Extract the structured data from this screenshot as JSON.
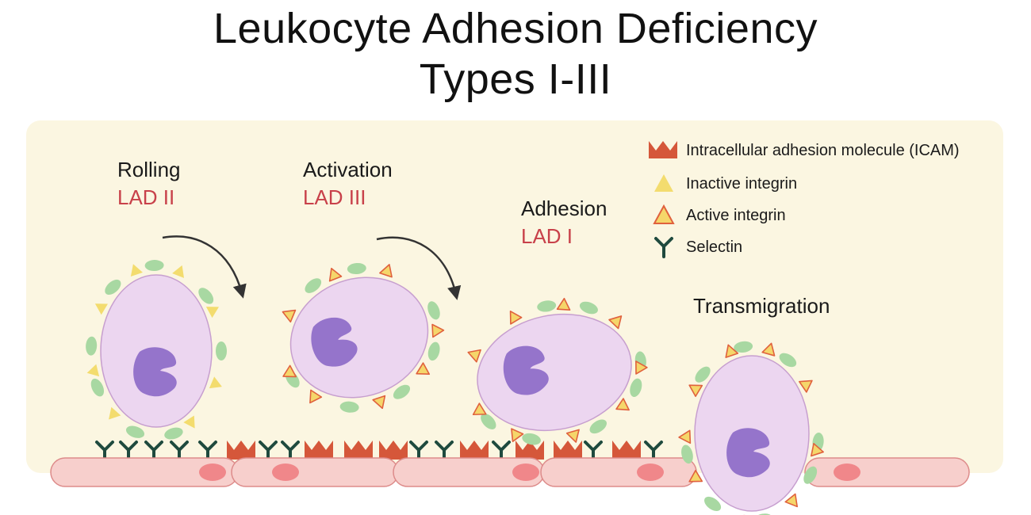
{
  "title": {
    "line1": "Leukocyte Adhesion Deficiency",
    "line2": "Types I-III"
  },
  "stages": [
    {
      "name": "Rolling",
      "deficiency": "LAD II"
    },
    {
      "name": "Activation",
      "deficiency": "LAD III"
    },
    {
      "name": "Adhesion",
      "deficiency": "LAD I"
    },
    {
      "name": "Transmigration"
    }
  ],
  "legend": [
    {
      "icon": "icam-icon",
      "label": "Intracellular adhesion molecule (ICAM)"
    },
    {
      "icon": "inactive-integrin-icon",
      "label": "Inactive integrin"
    },
    {
      "icon": "active-integrin-icon",
      "label": "Active integrin"
    },
    {
      "icon": "selectin-icon",
      "label": "Selectin"
    }
  ],
  "colors": {
    "panel": "#fbf6e1",
    "cell_fill": "#ecd6f0",
    "cell_stroke": "#c79fcf",
    "nucleus": "#9574cb",
    "inactive_integrin": "#f3dc6e",
    "active_integrin_fill": "#f5d66a",
    "active_integrin_stroke": "#e0613d",
    "selectin": "#1f4a3e",
    "icam": "#d5573a",
    "ligand": "#a8d8a2",
    "endothelium_fill": "#f7cfcc",
    "endothelium_stroke": "#dd8b8a",
    "endothelium_nucleus": "#f0878a",
    "arrow": "#333333",
    "lad_text": "#c8414a"
  }
}
